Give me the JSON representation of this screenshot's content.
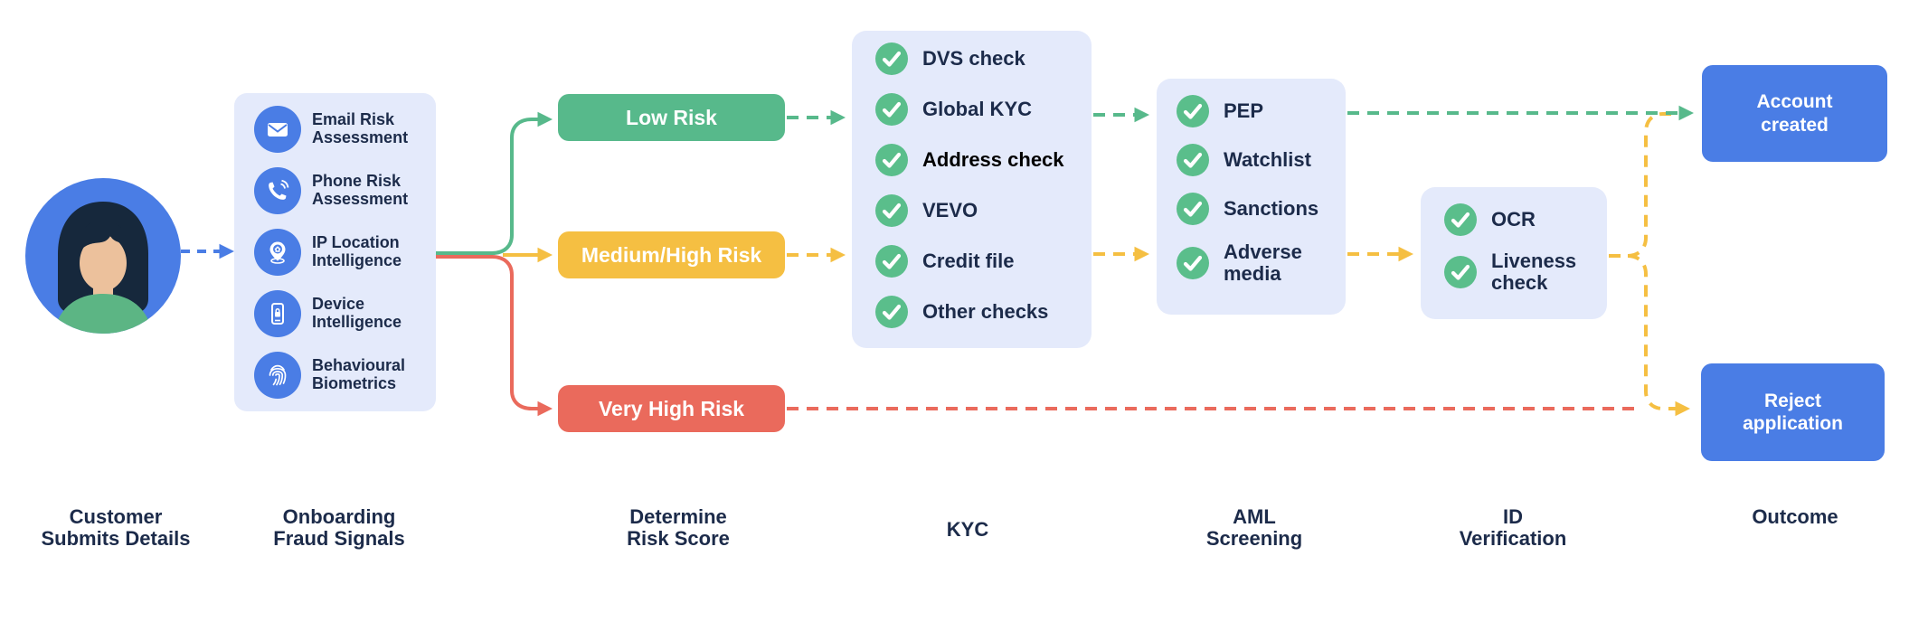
{
  "palette": {
    "blue": "#4a7de5",
    "panel_bg": "#e4eafb",
    "green": "#57b98b",
    "check_green": "#5abe8b",
    "yellow": "#f5bf42",
    "red": "#ea6a5c",
    "navy_text": "#1c2b4a",
    "outcome_blue": "#4a7de5"
  },
  "signals": {
    "items": [
      {
        "icon": "email-icon",
        "label": "Email Risk\nAssessment"
      },
      {
        "icon": "phone-icon",
        "label": "Phone Risk\nAssessment"
      },
      {
        "icon": "ip-location-icon",
        "label": "IP Location\nIntelligence"
      },
      {
        "icon": "device-icon",
        "label": "Device\nIntelligence"
      },
      {
        "icon": "fingerprint-icon",
        "label": "Behavioural\nBiometrics"
      }
    ]
  },
  "risk_levels": {
    "low": "Low Risk",
    "medium": "Medium/High Risk",
    "very_high": "Very High Risk"
  },
  "kyc": {
    "items": [
      "DVS check",
      "Global KYC",
      "Address check",
      "VEVO",
      "Credit file",
      "Other checks"
    ]
  },
  "aml": {
    "items": [
      "PEP",
      "Watchlist",
      "Sanctions",
      "Adverse\nmedia"
    ]
  },
  "id_verification": {
    "items": [
      "OCR",
      "Liveness\ncheck"
    ]
  },
  "outcomes": {
    "approve": "Account\ncreated",
    "reject": "Reject\napplication"
  },
  "stages": [
    {
      "label": "Customer\nSubmits Details"
    },
    {
      "label": "Onboarding\nFraud Signals"
    },
    {
      "label": "Determine\nRisk Score"
    },
    {
      "label": "KYC"
    },
    {
      "label": "AML\nScreening"
    },
    {
      "label": "ID\nVerification"
    },
    {
      "label": "Outcome"
    }
  ]
}
